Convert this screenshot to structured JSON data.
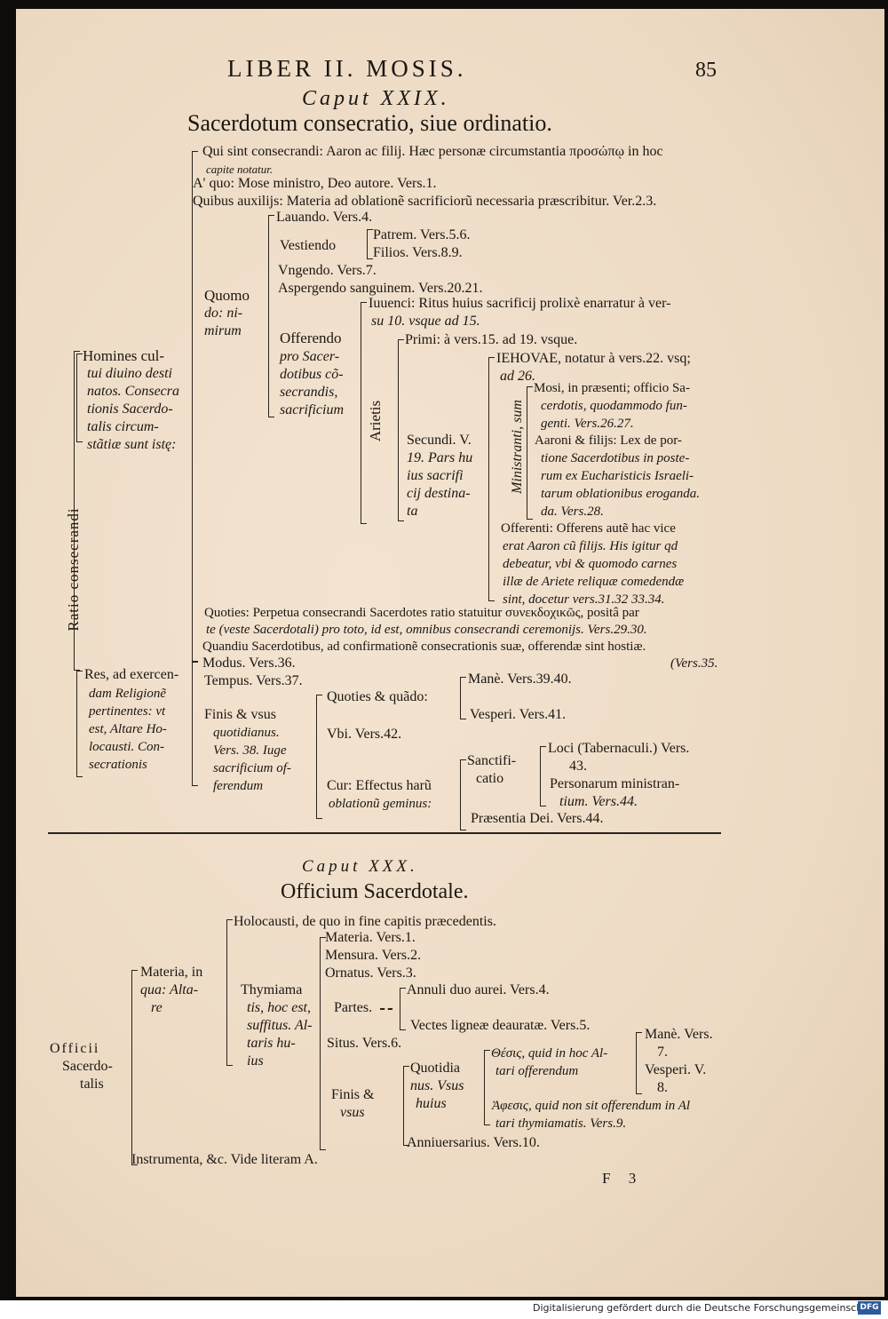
{
  "header": {
    "running_title": "LIBER II. MOSIS.",
    "page_number": "85"
  },
  "ch29": {
    "caput": "Caput XXIX.",
    "title": "Sacerdotum consecratio, siue ordinatio.",
    "side_label": "Ratio consecrandi",
    "homines_label": "Homines cul-",
    "homines_lines": [
      "tui diuino desti",
      "natos. Consecra",
      "tionis Sacerdo-",
      "talis circum-",
      "stãtiæ sunt istę:"
    ],
    "qui_sint_1": "Qui sint consecrandi: Aaron ac filij. Hæc personæ circumstantia προσώπῳ in hoc",
    "qui_sint_2": "capite notatur.",
    "a_quo": "A' quo: Mose ministro, Deo autore. Vers.1.",
    "quibus": "Quibus auxilijs: Materia ad oblationẽ sacrificiorũ necessaria præscribitur. Ver.2.3.",
    "quomodo_lines": [
      "Quomo",
      "do: ni-",
      "mirum"
    ],
    "lauando": "Lauando. Vers.4.",
    "vestiendo": "Vestiendo",
    "patrem": "Patrem. Vers.5.6.",
    "filios": "Filios. Vers.8.9.",
    "vngendo": "Vngendo. Vers.7.",
    "aspergendo": "Aspergendo sanguinem. Vers.20.21.",
    "offerendo_lines": [
      "Offerendo",
      "pro Sacer-",
      "dotibus cõ-",
      "secrandis,",
      "sacrificium"
    ],
    "iuuenci_1": "Iuuenci: Ritus huius sacrificij prolixè enarratur à ver-",
    "iuuenci_2": "su 10. vsque ad 15.",
    "arietis": "Arietis",
    "primi": "Primi: à vers.15. ad 19. vsque.",
    "secundi_lines": [
      "Secundi. V.",
      "19. Pars hu",
      "ius sacrifi",
      "cij destina-",
      "ta"
    ],
    "ministranti": "Ministranti, sum",
    "iehovae_1": "IEHOVAE, notatur à vers.22. vsq;",
    "iehovae_2": "ad 26.",
    "mosi_lines": [
      "Mosi, in præsenti; officio Sa-",
      "cerdotis, quodammodo fun-",
      "genti. Vers.26.27."
    ],
    "aaroni_lines": [
      "Aaroni & filijs: Lex de por-",
      "tione Sacerdotibus in poste-",
      "rum ex Eucharisticis Israeli-",
      "tarum oblationibus eroganda.",
      "da. Vers.28."
    ],
    "offerenti_lines": [
      "Offerenti: Offerens autẽ hac vice",
      "erat Aaron cũ filijs. His igitur qd",
      "debeatur, vbi & quomodo carnes",
      "illæ de Ariete reliquæ comedendæ",
      "sint, docetur vers.31.32 33.34."
    ],
    "quoties_1": "Quoties: Perpetua consecrandi Sacerdotes ratio statuitur συνεκδοχικῶς, positâ par",
    "quoties_2": "te (veste Sacerdotali) pro toto, id est, omnibus consecrandi ceremonijs. Vers.29.30.",
    "quandiu": "Quandiu Sacerdotibus, ad confirmationẽ consecrationis suæ, offerendæ sint hostiæ.",
    "vers35": "(Vers.35.",
    "res_lines": [
      "Res, ad exercen-",
      "dam Religionẽ",
      "pertinentes: vt",
      "est, Altare Ho-",
      "locausti. Con-",
      "secrationis"
    ],
    "modus": "Modus. Vers.36.",
    "tempus": "Tempus. Vers.37.",
    "finis_lines": [
      "Finis & vsus",
      "quotidianus.",
      "Vers. 38. Iuge",
      "sacrificium of-",
      "ferendum"
    ],
    "quoties_quando": "Quoties & quãdo:",
    "mane": "Manè. Vers.39.40.",
    "vesperi": "Vesperi. Vers.41.",
    "vbi": "Vbi. Vers.42.",
    "cur_1": "Cur: Effectus harũ",
    "cur_2": "oblationũ geminus:",
    "sanctificatio_1": "Sanctifi-",
    "sanctificatio_2": "catio",
    "loci_1": "Loci (Tabernaculi.) Vers.",
    "loci_2": "43.",
    "personarum_1": "Personarum ministran-",
    "personarum_2": "tium. Vers.44.",
    "praesentia": "Præsentia Dei. Vers.44."
  },
  "ch30": {
    "caput": "Caput XXX.",
    "title": "Officium Sacerdotale.",
    "officii_lines": [
      "Officii",
      "Sacerdo-",
      "talis"
    ],
    "materia_lines": [
      "Materia, in",
      "qua: Alta-",
      "re"
    ],
    "holocausti": "Holocausti, de quo in fine capitis præcedentis.",
    "thymiama_lines": [
      "Thymiama",
      "tis, hoc est,",
      "suffitus. Al-",
      "taris hu-",
      "ius"
    ],
    "materia_v": "Materia. Vers.1.",
    "mensura": "Mensura. Vers.2.",
    "ornatus": "Ornatus. Vers.3.",
    "partes": "Partes.",
    "annuli": "Annuli duo aurei. Vers.4.",
    "vectes": "Vectes ligneæ deauratæ. Vers.5.",
    "situs": "Situs. Vers.6.",
    "finis_vsus_1": "Finis &",
    "finis_vsus_2": "vsus",
    "quotidianus_lines": [
      "Quotidia",
      "nus. Vsus",
      "huius"
    ],
    "thesis_1": "Θέσις, quid in hoc Al-",
    "thesis_2": "tari offerendum",
    "mane_v": "Manè. Vers.",
    "mane_v2": "7.",
    "vesperi_v": "Vesperi. V.",
    "vesperi_v2": "8.",
    "aphesis_1": "Ἀφεσις, quid non sit offerendum in Al",
    "aphesis_2": "tari thymiamatis. Vers.9.",
    "anniuersarius": "Anniuersarius. Vers.10.",
    "instrumenta": "Instrumenta, &c. Vide literam A.",
    "signature": "F 3"
  },
  "footer": {
    "credit": "Digitalisierung gefördert durch die Deutsche Forschungsgemeinschaft",
    "logo": "DFG"
  }
}
